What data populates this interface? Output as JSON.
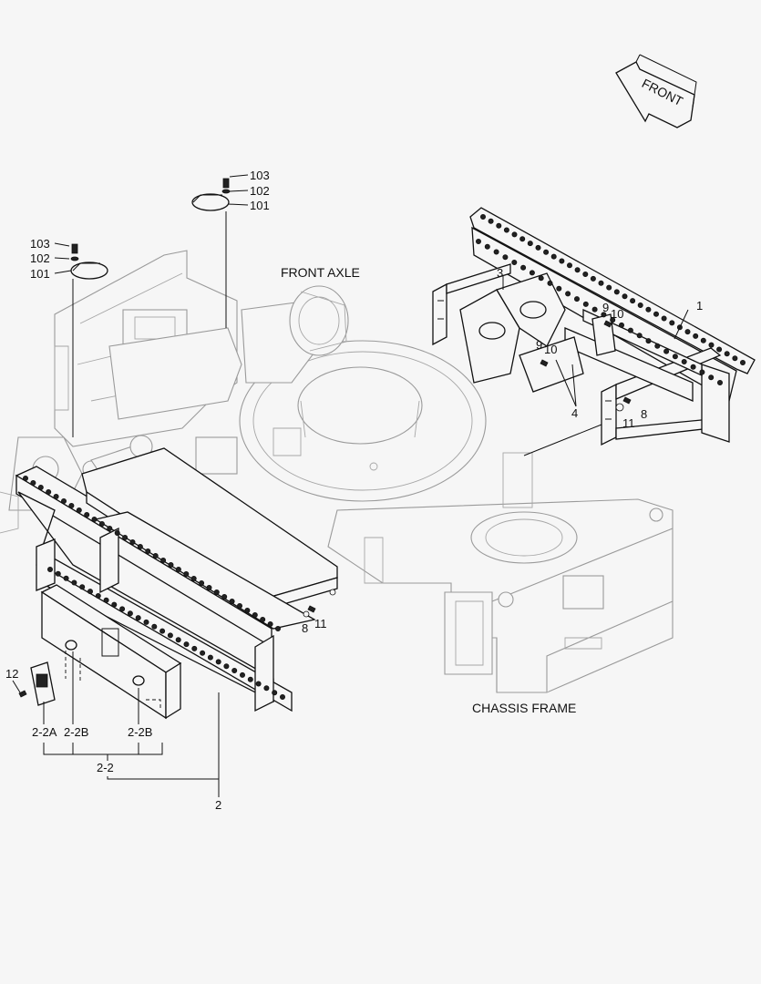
{
  "labels": {
    "front_axle": "FRONT AXLE",
    "chassis_frame": "CHASSIS FRAME",
    "front_arrow": "FRONT"
  },
  "callouts": {
    "c103a": "103",
    "c102a": "102",
    "c101a": "101",
    "c103b": "103",
    "c102b": "102",
    "c101b": "101",
    "c1": "1",
    "c3": "3",
    "c9a": "9",
    "c10a": "10",
    "c9b": "9",
    "c10b": "10",
    "c4": "4",
    "c11a": "11",
    "c8a": "8",
    "c8b": "8",
    "c11b": "11",
    "c12": "12",
    "c2_2a": "2-2A",
    "c2_2b_a": "2-2B",
    "c2_2b_b": "2-2B",
    "c2_2": "2-2",
    "c2": "2"
  }
}
